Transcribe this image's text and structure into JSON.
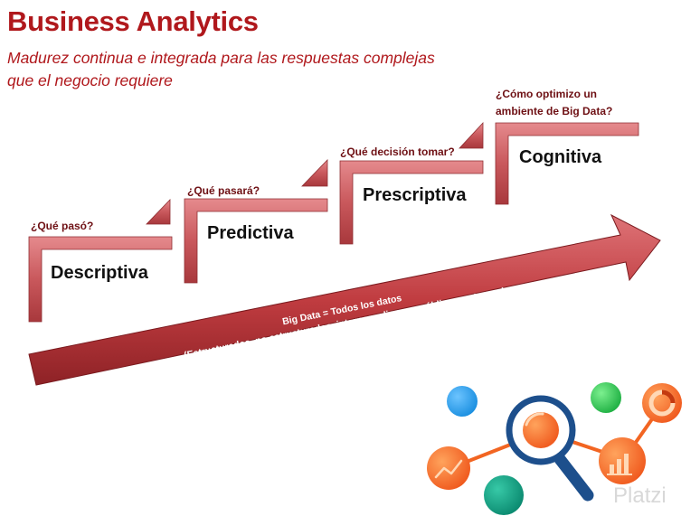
{
  "title": "Business Analytics",
  "subtitle": "Madurez continua e integrada para las respuestas complejas que el negocio requiere",
  "stages": [
    {
      "question": "¿Qué pasó?",
      "name": "Descriptiva"
    },
    {
      "question": "¿Qué pasará?",
      "name": "Predictiva"
    },
    {
      "question": "¿Qué decisión tomar?",
      "name": "Prescriptiva"
    },
    {
      "question_line1": "¿Cómo optimizo un",
      "question_line2": "ambiente de Big Data?",
      "name": "Cognitiva"
    }
  ],
  "arrow": {
    "line1": "Big Data = Todos los datos",
    "line2": "(Estructurados, no estructurados, internos, alianzas, públicos, externos)"
  },
  "watermark": "Platzi",
  "colors": {
    "brand_red": "#b0181c",
    "step_fill": "#c9585c",
    "arrow_fill": "#c03c40",
    "dot_blue": "#1b8fe0",
    "dot_green": "#25c04a",
    "dot_teal": "#0f9b7f",
    "dot_orange": "#f26522",
    "magnifier": "#1d4f8c"
  },
  "icons": [
    "magnifier-icon",
    "line-trend-icon",
    "bar-chart-icon",
    "donut-chart-icon"
  ]
}
